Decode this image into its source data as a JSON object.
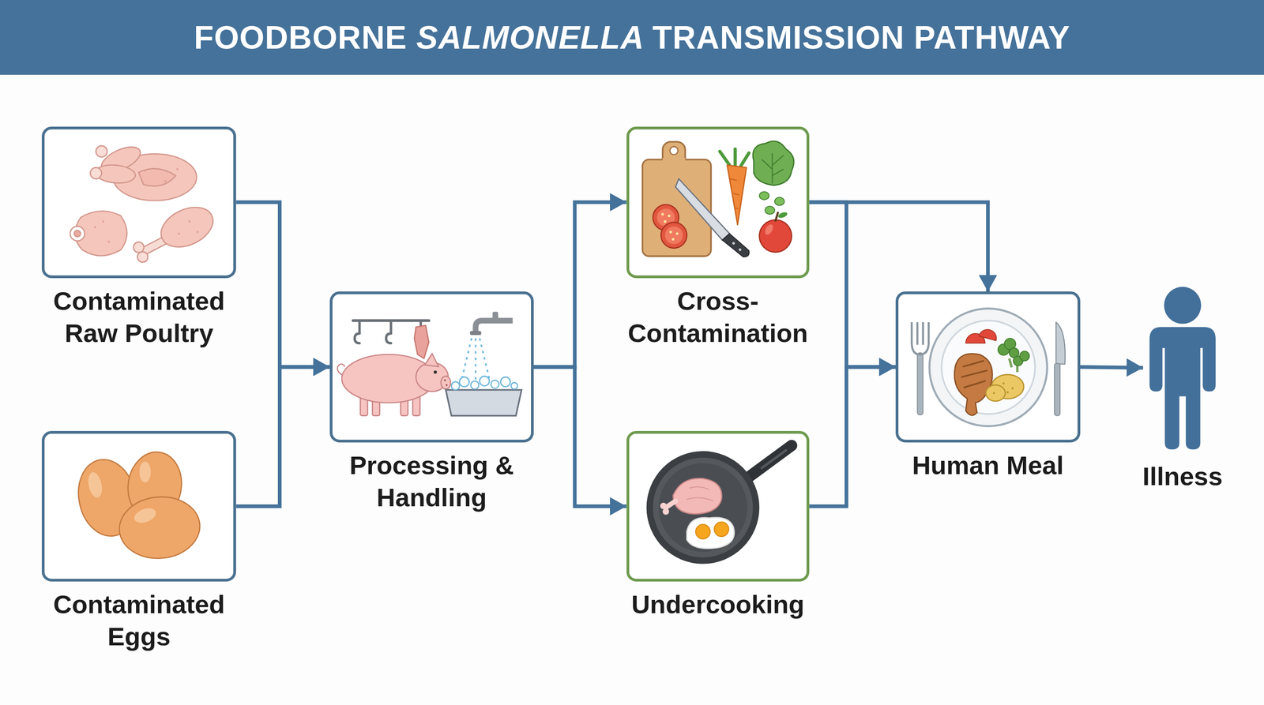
{
  "diagram": {
    "title": "FOODBORNE SALMONELLA TRANSMISSION PATHWAY",
    "nodes": [
      {
        "text": [
          "Contaminated Raw Poultry"
        ]
      },
      {
        "text": [
          "Contaminated Eggs"
        ]
      },
      {
        "text": [
          "Processing & Handling"
        ]
      },
      {
        "text": [
          "Cross-Contamination"
        ]
      },
      {
        "text": [
          "Undercooking"
        ]
      },
      {
        "text": [
          "Human Meal"
        ]
      },
      {
        "text": [
          "Illness"
        ]
      }
    ],
    "edges": [
      {
        "from": 0,
        "to": 2,
        "arrow": "to"
      },
      {
        "from": 1,
        "to": 2,
        "arrow": "to"
      },
      {
        "from": 2,
        "to": 3,
        "arrow": "to"
      },
      {
        "from": 2,
        "to": 4,
        "arrow": "to"
      },
      {
        "from": 3,
        "to": 5,
        "arrow": "to"
      },
      {
        "from": 3,
        "to": 5,
        "arrow": "to"
      },
      {
        "from": 4,
        "to": 5,
        "arrow": "to"
      },
      {
        "from": 5,
        "to": 6,
        "arrow": "to"
      }
    ]
  }
}
